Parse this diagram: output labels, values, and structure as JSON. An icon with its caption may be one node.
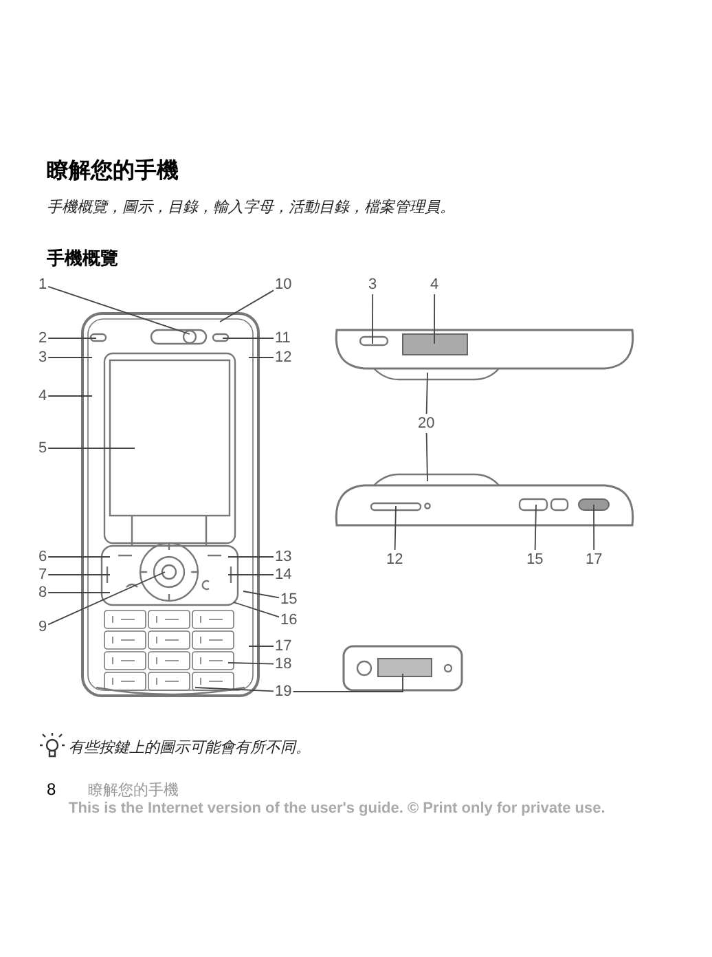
{
  "diagram": {
    "title": "瞭解您的手機",
    "nodes": [
      {
        "text": [
          "1"
        ]
      },
      {
        "text": [
          "10"
        ]
      },
      {
        "text": [
          "3"
        ]
      },
      {
        "text": [
          "4"
        ]
      },
      {
        "text": [
          "2"
        ]
      },
      {
        "text": [
          "11"
        ]
      },
      {
        "text": [
          "3"
        ]
      },
      {
        "text": [
          "12"
        ]
      },
      {
        "text": [
          "4"
        ]
      },
      {
        "text": [
          "5"
        ]
      },
      {
        "text": [
          "20"
        ]
      },
      {
        "text": [
          "6"
        ]
      },
      {
        "text": [
          "13"
        ]
      },
      {
        "text": [
          "7"
        ]
      },
      {
        "text": [
          "14"
        ]
      },
      {
        "text": [
          "8"
        ]
      },
      {
        "text": [
          "15"
        ]
      },
      {
        "text": [
          "12"
        ]
      },
      {
        "text": [
          "15"
        ]
      },
      {
        "text": [
          "17"
        ]
      },
      {
        "text": [
          "16"
        ]
      },
      {
        "text": [
          "9"
        ]
      },
      {
        "text": [
          "17"
        ]
      },
      {
        "text": [
          "18"
        ]
      },
      {
        "text": [
          "19"
        ]
      }
    ],
    "edges": [
      {
        "from": 0,
        "to": null,
        "arrow": "none"
      },
      {
        "from": 1,
        "to": null,
        "arrow": "none"
      },
      {
        "from": 2,
        "to": null,
        "arrow": "none"
      },
      {
        "from": 3,
        "to": null,
        "arrow": "none"
      },
      {
        "from": 4,
        "to": null,
        "arrow": "none"
      },
      {
        "from": 5,
        "to": null,
        "arrow": "none"
      },
      {
        "from": 6,
        "to": null,
        "arrow": "none"
      },
      {
        "from": 7,
        "to": null,
        "arrow": "none"
      },
      {
        "from": 8,
        "to": null,
        "arrow": "none"
      },
      {
        "from": 9,
        "to": null,
        "arrow": "none"
      },
      {
        "from": 10,
        "to": null,
        "arrow": "none"
      },
      {
        "from": 10,
        "to": null,
        "arrow": "none"
      },
      {
        "from": 11,
        "to": null,
        "arrow": "none"
      },
      {
        "from": 12,
        "to": null,
        "arrow": "none"
      },
      {
        "from": 13,
        "to": null,
        "arrow": "none"
      },
      {
        "from": 14,
        "to": null,
        "arrow": "none"
      },
      {
        "from": 15,
        "to": null,
        "arrow": "none"
      },
      {
        "from": 16,
        "to": null,
        "arrow": "none"
      },
      {
        "from": 17,
        "to": null,
        "arrow": "none"
      },
      {
        "from": 18,
        "to": null,
        "arrow": "none"
      },
      {
        "from": 19,
        "to": null,
        "arrow": "none"
      },
      {
        "from": 20,
        "to": null,
        "arrow": "none"
      },
      {
        "from": 21,
        "to": null,
        "arrow": "none"
      },
      {
        "from": 22,
        "to": null,
        "arrow": "none"
      },
      {
        "from": 23,
        "to": null,
        "arrow": "none"
      },
      {
        "from": 24,
        "to": null,
        "arrow": "none"
      },
      {
        "from": 24,
        "to": null,
        "arrow": "none"
      }
    ],
    "labels": [
      "手機概覽，圖示，目錄，輸入字母，活動目錄，檔案管理員。",
      "手機概覽",
      "有些按鍵上的圖示可能會有所不同。",
      "8",
      "瞭解您的手機",
      "This is the Internet version of the user's guide. © Print only for private use."
    ]
  }
}
